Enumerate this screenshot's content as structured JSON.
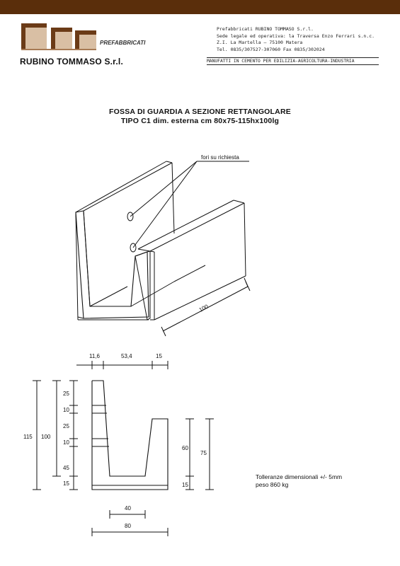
{
  "header": {
    "prefab_label": "PREFABBRICATI",
    "company_name": "RUBINO TOMMASO S.r.l.",
    "address_lines": [
      "Prefabbricati RUBINO TOMMASO S.r.l.",
      "Sede legale ed operativa: la Traversa Enzo Ferrari s.n.c.",
      "Z.I. La Martella — 75100 Matera",
      "Tel. 0835/307527-307060  Fax 0835/302024"
    ],
    "tagline": "MANUFATTI IN CEMENTO PER EDILIZIA-AGRICOLTURA-INDUSTRIA"
  },
  "document": {
    "title": "FOSSA DI GUARDIA A SEZIONE RETTANGOLARE",
    "subtitle": "TIPO C1 dim. esterna cm 80x75-115hx100lg"
  },
  "isometric": {
    "holes_label": "fori su richiesta",
    "length_label": "100"
  },
  "section": {
    "top_dims": [
      "11,6",
      "53,4",
      "15"
    ],
    "left_outer": "115",
    "left_inner": "100",
    "left_chain": [
      "25",
      "10",
      "25",
      "10",
      "45",
      "15"
    ],
    "right_dims": [
      "60",
      "75",
      "15"
    ],
    "bottom_dims": [
      "40",
      "80"
    ]
  },
  "notes": {
    "tolerance": "Tolleranze dimensionali +/- 5mm",
    "weight": "peso 860 kg"
  },
  "colors": {
    "top_bar": "#5a2e0b",
    "logo_dark": "#6b3b17",
    "logo_mid": "#a77a55",
    "logo_light": "#d9bfa4"
  }
}
